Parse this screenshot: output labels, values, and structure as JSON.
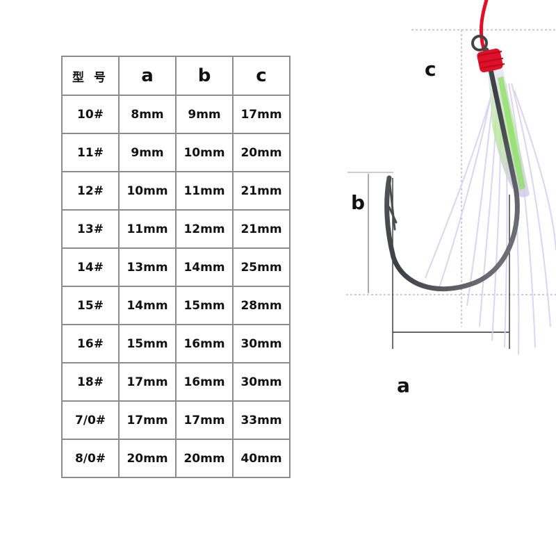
{
  "table": {
    "headers": [
      "型 号",
      "a",
      "b",
      "c"
    ],
    "rows": [
      [
        "10#",
        "8mm",
        "9mm",
        "17mm"
      ],
      [
        "11#",
        "9mm",
        "10mm",
        "20mm"
      ],
      [
        "12#",
        "10mm",
        "11mm",
        "21mm"
      ],
      [
        "13#",
        "11mm",
        "12mm",
        "21mm"
      ],
      [
        "14#",
        "13mm",
        "14mm",
        "25mm"
      ],
      [
        "15#",
        "14mm",
        "15mm",
        "28mm"
      ],
      [
        "16#",
        "15mm",
        "16mm",
        "30mm"
      ],
      [
        "18#",
        "17mm",
        "16mm",
        "30mm"
      ],
      [
        "7/0#",
        "17mm",
        "17mm",
        "33mm"
      ],
      [
        "8/0#",
        "20mm",
        "20mm",
        "40mm"
      ]
    ]
  },
  "figure": {
    "label_a": "a",
    "label_b": "b",
    "label_c": "c",
    "colors": {
      "line": "#e0102a",
      "hook": "#4a4d52",
      "skirt": "#dcd3f0",
      "flash_green": "#8fe06a",
      "guide": "#9a9a9a"
    }
  }
}
